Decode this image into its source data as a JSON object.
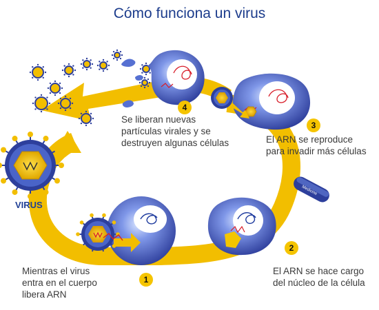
{
  "title": "Cómo funciona un virus",
  "virus_label": "VIRUS",
  "vial_label": "Medicine",
  "steps": [
    {
      "number": "1",
      "lines": [
        "Mientras el virus",
        "entra en el cuerpo",
        "libera ARN"
      ]
    },
    {
      "number": "2",
      "lines": [
        "El ARN se hace cargo",
        "del núcleo de la célula"
      ]
    },
    {
      "number": "3",
      "lines": [
        "El ARN se reproduce",
        "para invadir más células"
      ]
    },
    {
      "number": "4",
      "lines": [
        "Se liberan nuevas",
        "partículas virales y se",
        "destruyen algunas células"
      ]
    }
  ],
  "colors": {
    "arrow": "#f2be00",
    "cell": "#2d3f9c",
    "cell_light": "#c8d8ff",
    "nucleus": "#ffffff",
    "rna": "#d81e2a",
    "dna": "#1d3a9e",
    "virus_core": "#f2be00",
    "title": "#1c3c8c"
  }
}
